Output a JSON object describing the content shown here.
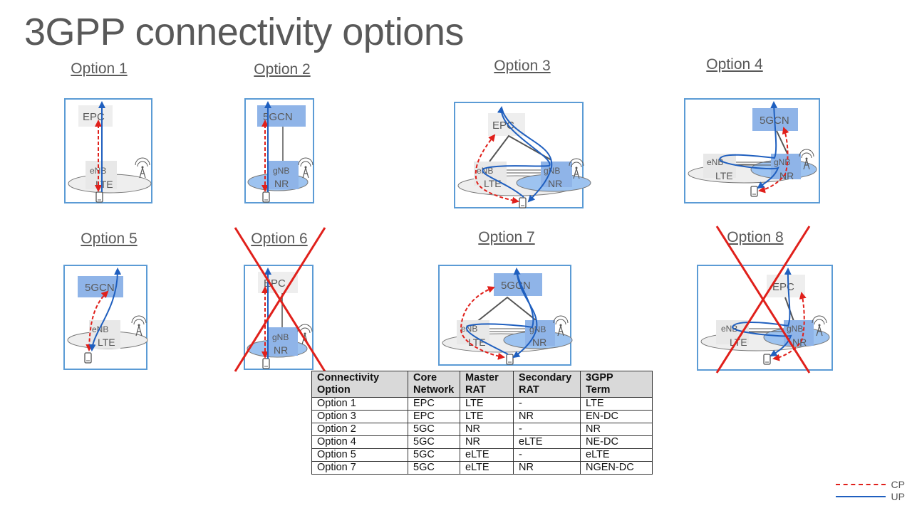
{
  "title": "3GPP connectivity options",
  "options": {
    "o1": {
      "label": "Option 1",
      "core": "EPC",
      "ran": "eNB",
      "area": "LTE"
    },
    "o2": {
      "label": "Option 2",
      "core": "5GCN",
      "ran": "gNB",
      "area": "NR"
    },
    "o3": {
      "label": "Option 3",
      "core": "EPC",
      "ran1": "eNB",
      "area1": "LTE",
      "ran2": "gNB",
      "area2": "NR"
    },
    "o4": {
      "label": "Option 4",
      "core": "5GCN",
      "ran1": "eNB",
      "area1": "LTE",
      "ran2": "gNB",
      "area2": "NR"
    },
    "o5": {
      "label": "Option 5",
      "core": "5GCN",
      "ran": "eNB",
      "area": "LTE"
    },
    "o6": {
      "label": "Option 6",
      "core": "EPC",
      "ran": "gNB",
      "area": "NR",
      "crossed_out": true
    },
    "o7": {
      "label": "Option 7",
      "core": "5GCN",
      "ran1": "eNB",
      "area1": "LTE",
      "ran2": "gNB",
      "area2": "NR"
    },
    "o8": {
      "label": "Option 8",
      "core": "EPC",
      "ran1": "eNB",
      "area1": "LTE",
      "ran2": "gNB",
      "area2": "NR",
      "crossed_out": true
    }
  },
  "table": {
    "headers": [
      [
        "Connectivity",
        "Option"
      ],
      [
        "Core",
        "Network"
      ],
      [
        "Master",
        "RAT"
      ],
      [
        "Secondary",
        "RAT"
      ],
      [
        "3GPP",
        "Term"
      ]
    ],
    "rows": [
      [
        "Option 1",
        "EPC",
        "LTE",
        "-",
        "LTE"
      ],
      [
        "Option 3",
        "EPC",
        "LTE",
        "NR",
        "EN-DC"
      ],
      [
        "Option 2",
        "5GC",
        "NR",
        "-",
        "NR"
      ],
      [
        "Option 4",
        "5GC",
        "NR",
        "eLTE",
        "NE-DC"
      ],
      [
        "Option 5",
        "5GC",
        "eLTE",
        "-",
        "eLTE"
      ],
      [
        "Option 7",
        "5GC",
        "eLTE",
        "NR",
        "NGEN-DC"
      ]
    ]
  },
  "legend": {
    "cp": "CP",
    "up": "UP"
  },
  "colors": {
    "cp": "#e0201b",
    "up": "#1f5fbf",
    "box": "#5b9bd5",
    "nr_fill": "#8fb4e8",
    "lte_fill": "#eeeeee"
  }
}
